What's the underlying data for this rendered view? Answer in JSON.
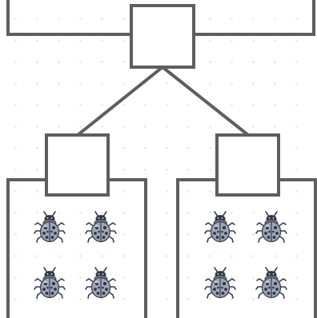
{
  "diagram": {
    "type": "tree-diagram",
    "colors": {
      "line": "#5e5e5e",
      "background": "#ffffff",
      "grid_dot": "#e6e6e6",
      "bug_shell": "#9ea6b8",
      "bug_spot": "#2e3440",
      "bug_outline": "#3b3f4a"
    },
    "icons": [
      "ladybug-icon"
    ],
    "nodes": [
      {
        "id": "root-box",
        "label": ""
      },
      {
        "id": "left-child-box",
        "label": "",
        "group_items": 4
      },
      {
        "id": "right-child-box",
        "label": "",
        "group_items": 4
      }
    ]
  }
}
